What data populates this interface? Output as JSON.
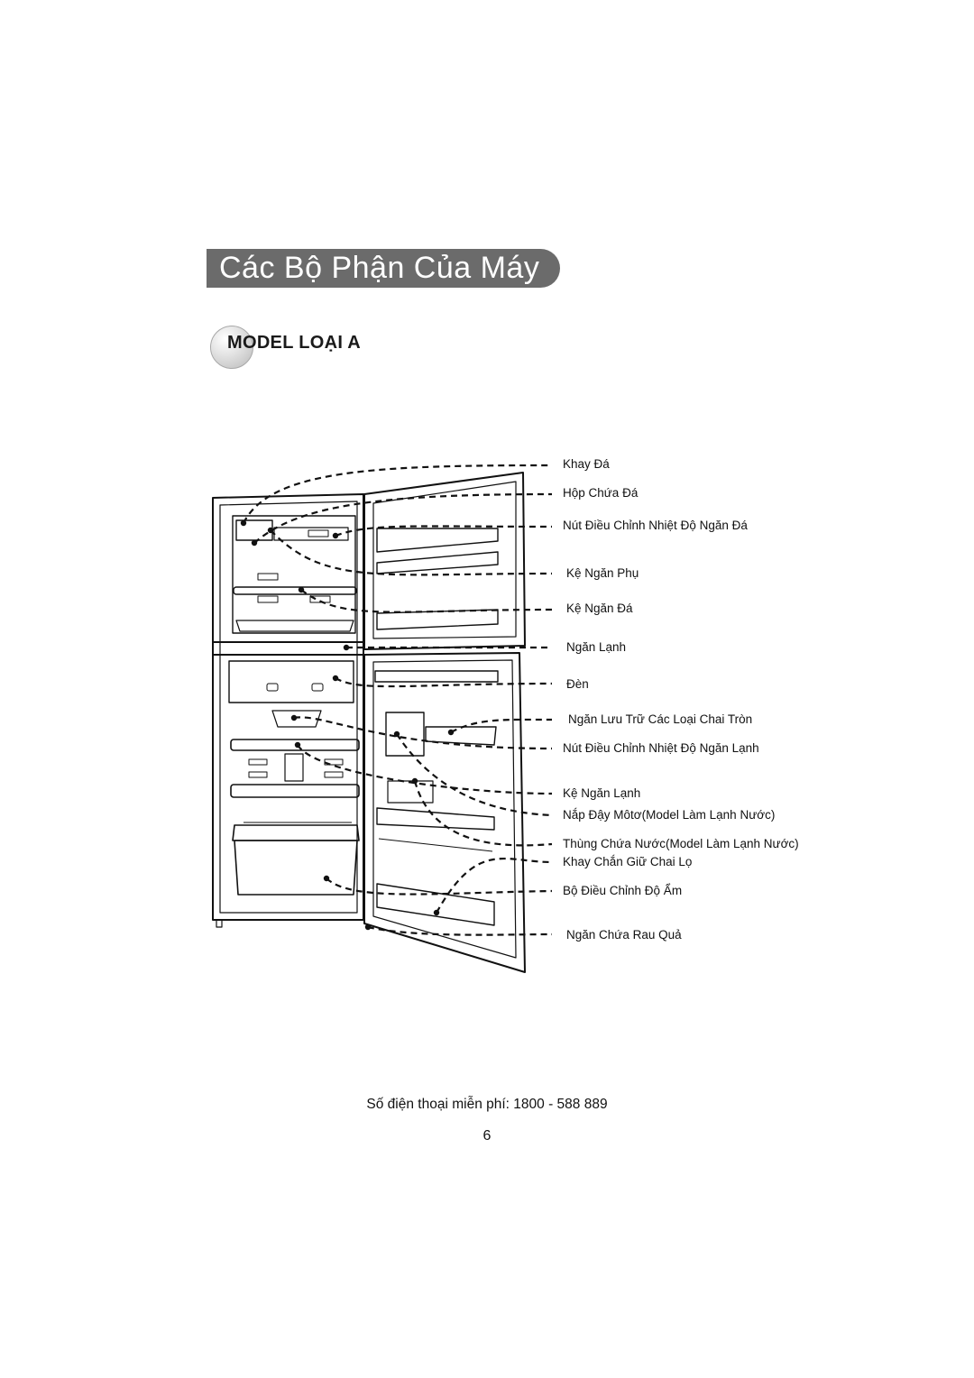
{
  "page": {
    "title": "Các Bộ Phận Của Máy",
    "model_label": "MODEL LOẠI A"
  },
  "parts": [
    "Khay Đá",
    "Hộp Chứa Đá",
    "Nút Điều Chỉnh Nhiệt Độ Ngăn Đá",
    "Kệ Ngăn Phụ",
    "Kệ Ngăn Đá",
    "Ngăn Lạnh",
    "Đèn",
    "Ngăn Lưu Trữ Các Loại Chai Tròn",
    "Nút Điều Chỉnh Nhiệt Độ Ngăn Lạnh",
    "Kệ Ngăn Lạnh",
    "Nắp Đậy Môtơ(Model Làm Lạnh Nước)",
    "Thùng Chứa Nước(Model Làm Lạnh Nước)",
    "Khay Chắn Giữ Chai Lọ",
    "Bộ Điều Chỉnh Độ Ẩm",
    "Ngăn Chứa Rau Quả"
  ],
  "footer": {
    "phone": "Số điện thoại miễn phí: 1800 - 588 889",
    "page_number": "6"
  },
  "colors": {
    "title_bar": "#6b6b6b",
    "title_text": "#ffffff",
    "line": "#111111"
  }
}
